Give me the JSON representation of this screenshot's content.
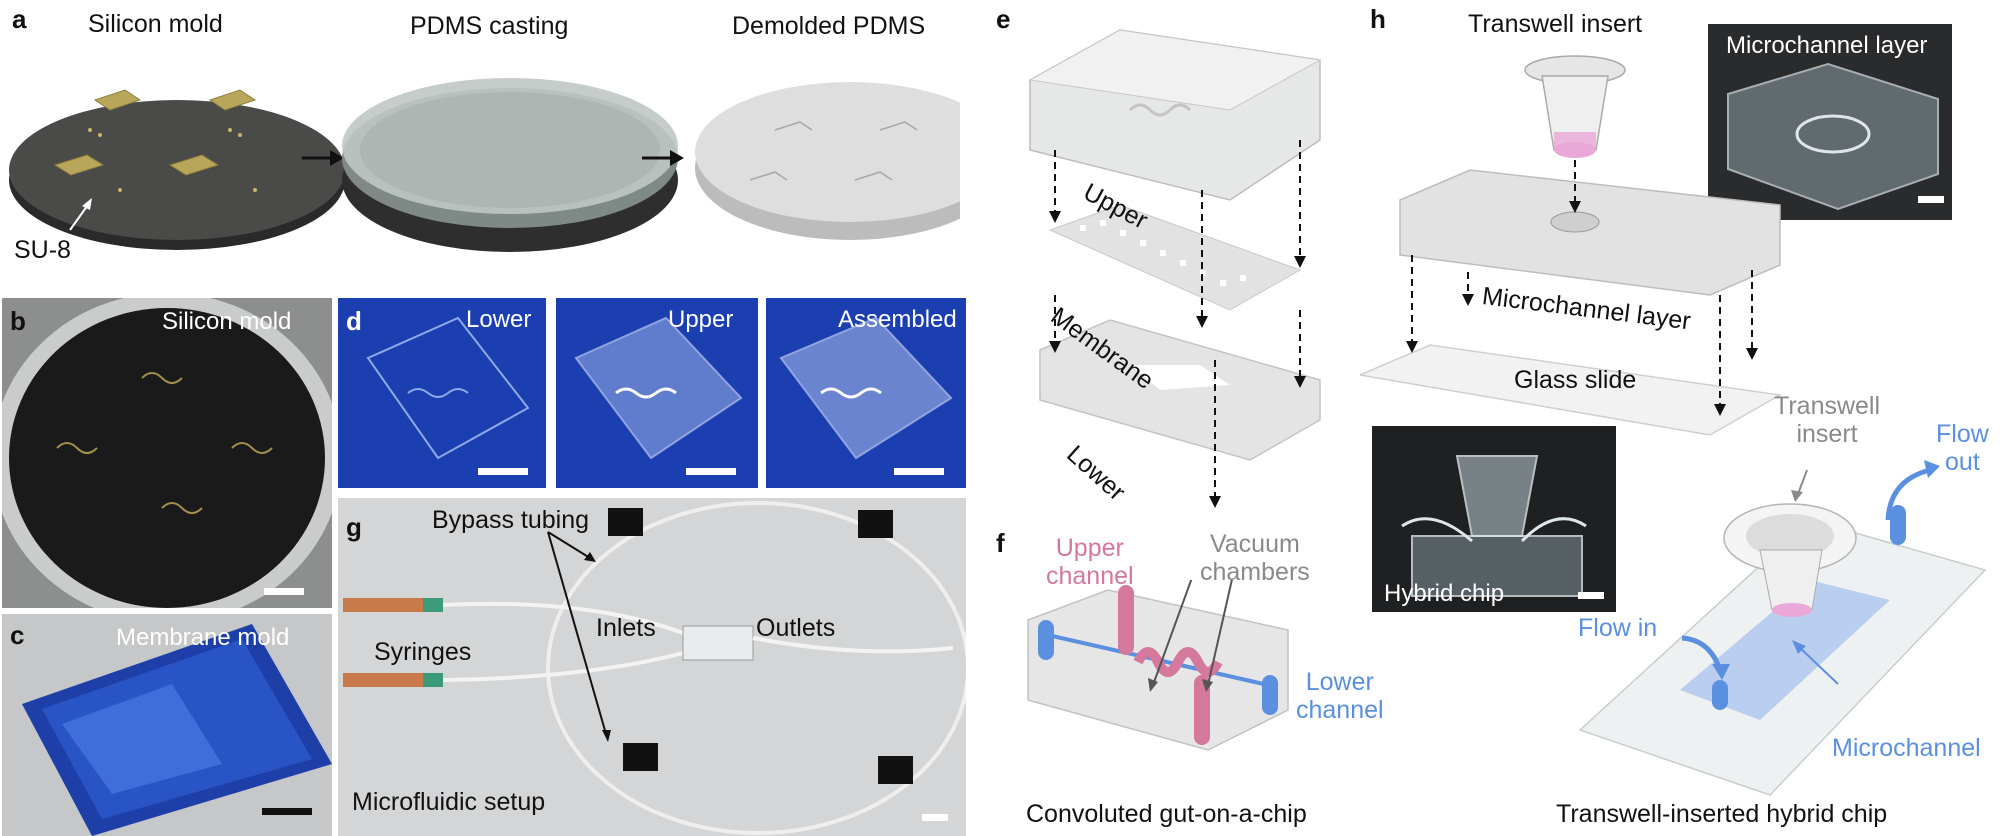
{
  "colors": {
    "pink": "#d4789c",
    "blue": "#5b8fe0",
    "gray_text": "#8a8a8a",
    "dark_panel": "#1e1e1e",
    "blue_panel": "#1b3fb0"
  },
  "panels": {
    "a": {
      "letter": "a",
      "steps": [
        "Silicon mold",
        "PDMS casting",
        "Demolded PDMS"
      ],
      "su8_label": "SU-8"
    },
    "b": {
      "letter": "b",
      "caption": "Silicon mold"
    },
    "c": {
      "letter": "c",
      "caption": "Membrane mold"
    },
    "d": {
      "letter": "d",
      "photos": [
        "Lower",
        "Upper",
        "Assembled"
      ]
    },
    "e": {
      "letter": "e",
      "layers": [
        "Upper",
        "Membrane",
        "Lower"
      ]
    },
    "f": {
      "letter": "f",
      "upper_channel": "Upper\nchannel",
      "vacuum_chambers": "Vacuum\nchambers",
      "lower_channel": "Lower\nchannel",
      "caption": "Convoluted gut-on-a-chip"
    },
    "g": {
      "letter": "g",
      "bypass_tubing": "Bypass tubing",
      "syringes": "Syringes",
      "inlets": "Inlets",
      "outlets": "Outlets",
      "setup": "Microfluidic setup"
    },
    "h": {
      "letter": "h",
      "transwell_insert": "Transwell insert",
      "microchannel_layer_photo": "Microchannel layer",
      "microchannel_layer": "Microchannel layer",
      "glass_slide": "Glass slide",
      "transwell_insert_2": "Transwell\ninsert",
      "flow_out": "Flow\nout",
      "flow_in": "Flow in",
      "microchannel": "Microchannel",
      "hybrid_chip": "Hybrid chip",
      "caption": "Transwell-inserted hybrid chip"
    }
  }
}
